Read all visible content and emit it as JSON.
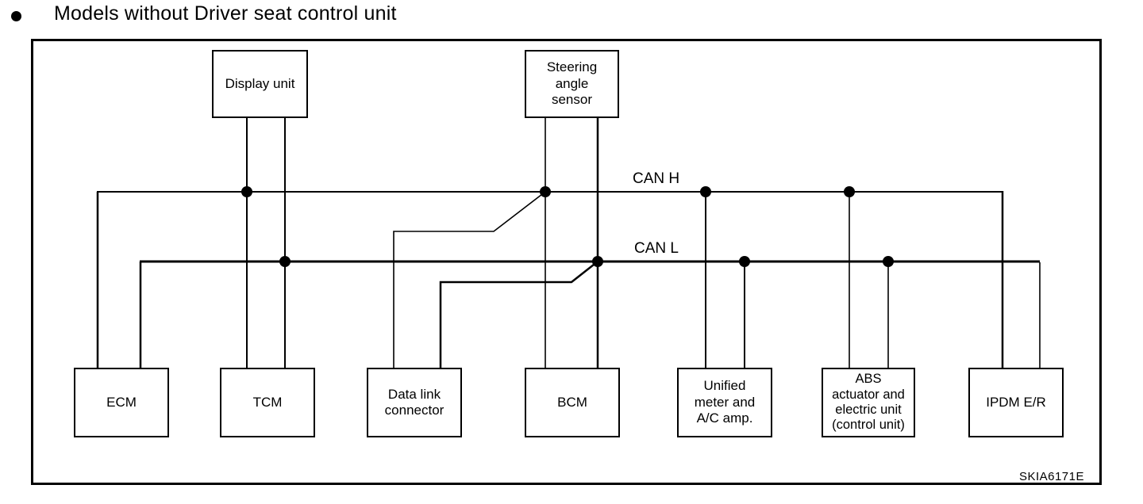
{
  "page": {
    "title": "Models without Driver seat control unit",
    "figure_code": "SKIA6171E",
    "colors": {
      "foreground": "#000000",
      "background": "#ffffff"
    }
  },
  "diagram": {
    "type": "can-bus-wiring",
    "buses": {
      "can_h": {
        "label": "CAN H"
      },
      "can_l": {
        "label": "CAN L"
      }
    },
    "top_nodes": [
      {
        "id": "display-unit",
        "label": "Display unit",
        "connects": [
          "CAN H",
          "CAN L"
        ]
      },
      {
        "id": "steering-angle-sensor",
        "label": "Steering\nangle\nsensor",
        "connects": [
          "CAN H",
          "CAN L"
        ]
      }
    ],
    "bottom_nodes": [
      {
        "id": "ecm",
        "label": "ECM",
        "connects": [
          "CAN H",
          "CAN L"
        ]
      },
      {
        "id": "tcm",
        "label": "TCM",
        "connects": [
          "CAN H",
          "CAN L"
        ]
      },
      {
        "id": "data-link-connector",
        "label": "Data link\nconnector",
        "connects": [
          "CAN H",
          "CAN L"
        ]
      },
      {
        "id": "bcm",
        "label": "BCM",
        "connects": [
          "CAN H",
          "CAN L"
        ]
      },
      {
        "id": "unified-meter-ac-amp",
        "label": "Unified\nmeter and\nA/C amp.",
        "connects": [
          "CAN H",
          "CAN L"
        ]
      },
      {
        "id": "abs-actuator-electric-unit",
        "label": "ABS\nactuator and\nelectric unit\n(control unit)",
        "connects": [
          "CAN H",
          "CAN L"
        ]
      },
      {
        "id": "ipdm-er",
        "label": "IPDM E/R",
        "connects": [
          "CAN H",
          "CAN L"
        ]
      }
    ]
  }
}
